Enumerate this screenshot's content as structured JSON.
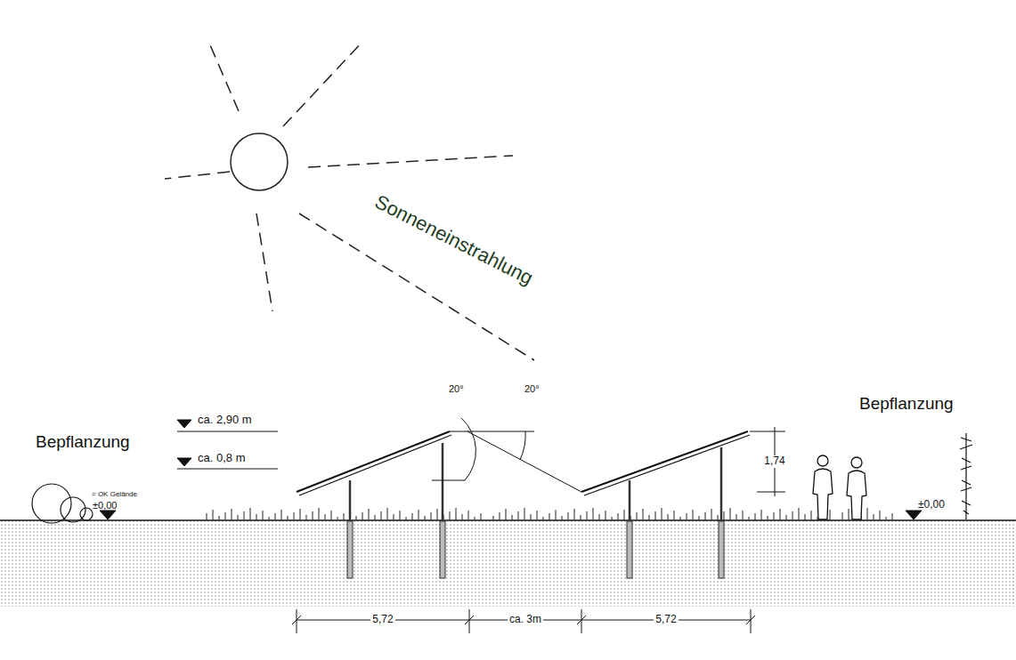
{
  "diagram": {
    "labels": [
      "Sonneneinstrahlung",
      "Bepflanzung",
      "ca. 2,90 m",
      "Bepflanzung",
      "ca. 0,8 m",
      "= OK Gelände",
      "±0,00",
      "±0,00",
      "20°",
      "20°",
      "1,74",
      "5,72",
      "ca. 3m",
      "5,72"
    ]
  }
}
